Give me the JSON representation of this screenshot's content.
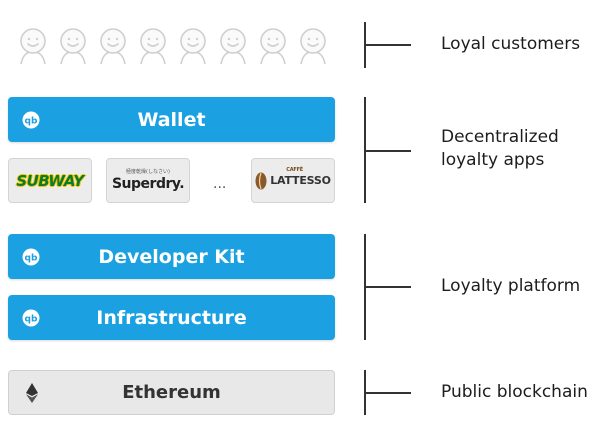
{
  "layers": {
    "customers": {
      "label": "Loyal customers",
      "icon": "person-smile-icon",
      "count": 8
    },
    "apps": {
      "label_line1": "Decentralized",
      "label_line2": "loyalty apps",
      "wallet": "Wallet",
      "brands": {
        "subway": "SUBWAY",
        "superdry_sub": "極度乾燥(しなさい)",
        "superdry": "Superdry.",
        "ellipsis": "...",
        "lattesso_caffe": "CAFFÈ",
        "lattesso": "LATTESSO"
      }
    },
    "platform": {
      "label": "Loyalty platform",
      "developer_kit": "Developer Kit",
      "infrastructure": "Infrastructure"
    },
    "blockchain": {
      "label": "Public blockchain",
      "ethereum": "Ethereum",
      "icon": "ethereum-icon"
    }
  },
  "colors": {
    "accent": "#1ba0e2",
    "face_stroke": "#cfcfcf",
    "eth_bg": "#e8e8e8"
  }
}
